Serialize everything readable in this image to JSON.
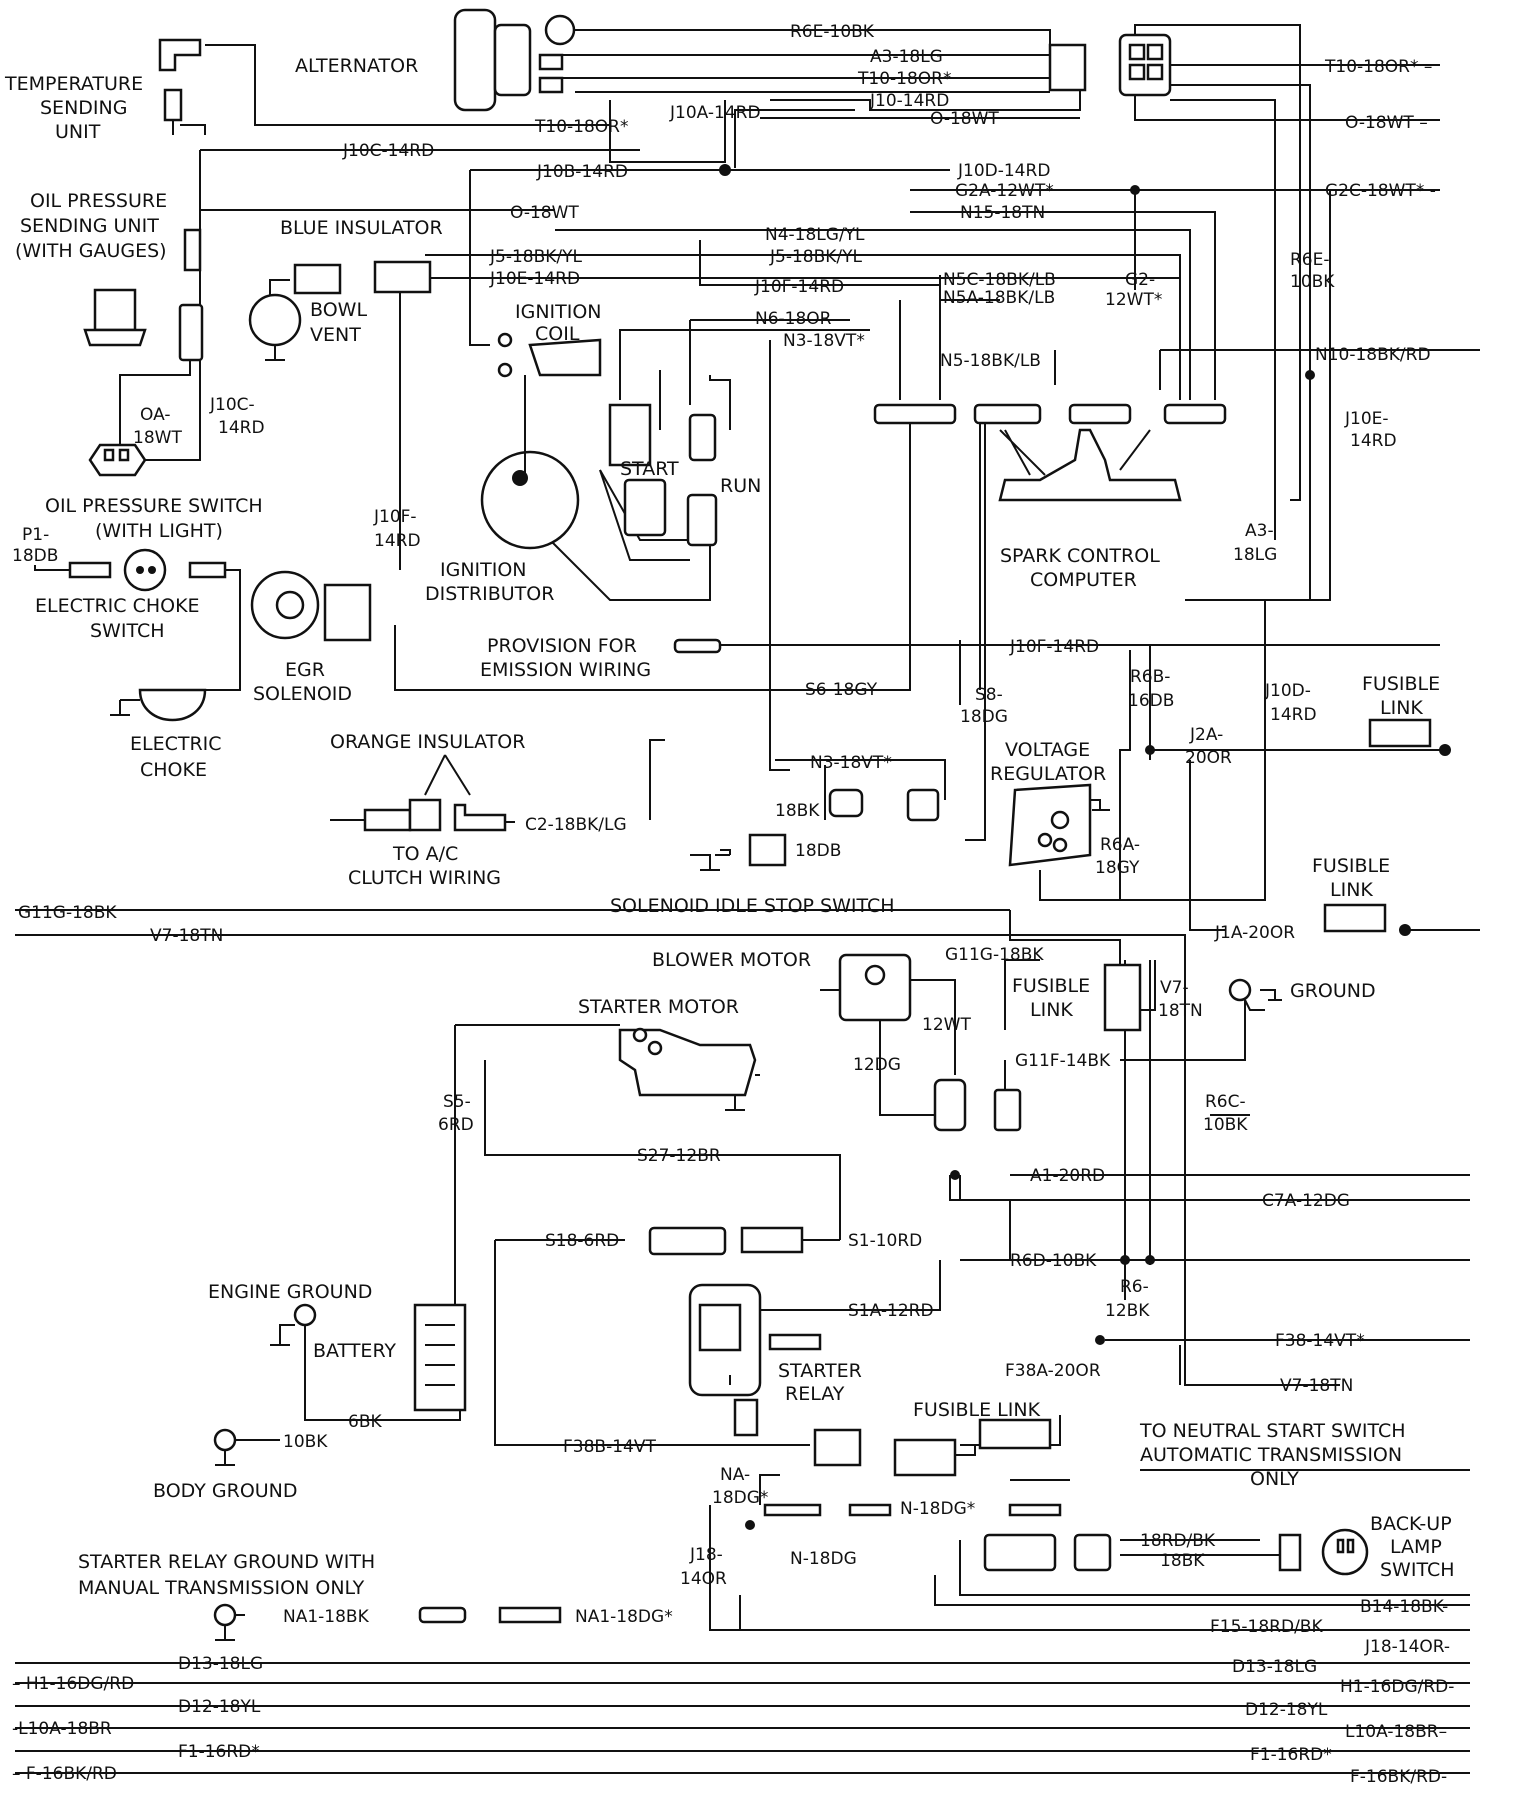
{
  "components": {
    "temperature_sending_unit": [
      "TEMPERATURE",
      "SENDING",
      "UNIT"
    ],
    "alternator": "ALTERNATOR",
    "oil_pressure_sending_unit": [
      "OIL PRESSURE",
      "SENDING UNIT",
      "(WITH GAUGES)"
    ],
    "blue_insulator": "BLUE INSULATOR",
    "bowl_vent": [
      "BOWL",
      "VENT"
    ],
    "ignition_coil": [
      "IGNITION",
      "COIL"
    ],
    "start": "START",
    "run": "RUN",
    "oil_pressure_switch": [
      "OIL PRESSURE SWITCH",
      "(WITH LIGHT)"
    ],
    "electric_choke_switch": [
      "ELECTRIC CHOKE",
      "SWITCH"
    ],
    "ignition_distributor": [
      "IGNITION",
      "DISTRIBUTOR"
    ],
    "egr_solenoid": [
      "EGR",
      "SOLENOID"
    ],
    "spark_control_computer": [
      "SPARK CONTROL",
      "COMPUTER"
    ],
    "provision_emission": [
      "PROVISION FOR",
      "EMISSION WIRING"
    ],
    "electric_choke": [
      "ELECTRIC",
      "CHOKE"
    ],
    "orange_insulator": "ORANGE INSULATOR",
    "ac_clutch": [
      "TO A/C",
      "CLUTCH WIRING"
    ],
    "voltage_regulator": [
      "VOLTAGE",
      "REGULATOR"
    ],
    "solenoid_idle_stop": "SOLENOID IDLE STOP SWITCH",
    "blower_motor": "BLOWER MOTOR",
    "starter_motor": "STARTER MOTOR",
    "ground": "GROUND",
    "engine_ground": "ENGINE GROUND",
    "battery": "BATTERY",
    "starter_relay": [
      "STARTER",
      "RELAY"
    ],
    "body_ground": "BODY GROUND",
    "fusible_link": [
      "FUSIBLE",
      "LINK"
    ],
    "fusible_link_inline": "FUSIBLE LINK",
    "neutral_start": [
      "TO NEUTRAL START SWITCH",
      "AUTOMATIC TRANSMISSION",
      "ONLY"
    ],
    "backup_lamp": [
      "BACK-UP",
      "LAMP",
      "SWITCH"
    ],
    "starter_relay_ground": [
      "STARTER RELAY GROUND WITH",
      "MANUAL TRANSMISSION ONLY"
    ]
  },
  "wires": {
    "r6e_10bk": "R6E-10BK",
    "a3_18lg": "A3-18LG",
    "t10_18or_a": "T10-18OR*",
    "j10_14rd": "J10-14RD",
    "t10_18or_b": "T10-18OR*",
    "j10a_14rd": "J10A-14RD",
    "o_18wt_a": "O-18WT",
    "t10_18or_c": "T10-18OR* –",
    "o_18wt_b": "O-18WT –",
    "j10c_14rd": "J10C-14RD",
    "j10b_14rd": "J10B-14RD",
    "j10d_14rd": "J10D-14RD",
    "g2a_12wt": "G2A-12WT*",
    "g2c_18wt": "G2C-18WT* -",
    "n15_18tn": "N15-18TN",
    "o_18wt_c": "O-18WT",
    "n4_18lg_yl": "N4-18LG/YL",
    "j5_18bk_yl_a": "J5-18BK/YL",
    "j5_18bk_yl_b": "J5-18BK/YL",
    "r6e_10bk_v": [
      "R6E-",
      "10BK"
    ],
    "j10e_14rd": "J10E-14RD",
    "j10f_14rd_a": "J10F-14RD",
    "n5c_18bk_lb": "N5C-18BK/LB",
    "n5a_18bk_lb": "N5A-18BK/LB",
    "g2_12wt": [
      "G2-",
      "12WT*"
    ],
    "n6_18or": "N6-18OR",
    "n3_18vt_a": "N3-18VT*",
    "n5_18bk_lb": "N5-18BK/LB",
    "n10_18bk_rd": "N10-18BK/RD",
    "oa_18wt": [
      "OA-",
      "18WT"
    ],
    "j10c_14rd_v": [
      "J10C-",
      "14RD"
    ],
    "j10e_14rd_v": [
      "J10E-",
      "14RD"
    ],
    "p1_18db": [
      "P1-",
      "18DB"
    ],
    "j10f_14rd_v": [
      "J10F-",
      "14RD"
    ],
    "a3_18lg_v": [
      "A3-",
      "18LG"
    ],
    "j10f_14rd_b": "J10F-14RD",
    "r6b_16db": [
      "R6B-",
      "16DB"
    ],
    "j10d_14rd_v": [
      "J10D-",
      "14RD"
    ],
    "s6_18gy": "S6-18GY",
    "s8_18dg": [
      "S8-",
      "18DG"
    ],
    "j2a_20or": [
      "J2A-",
      "20OR"
    ],
    "n3_18vt_b": "N3-18VT*",
    "c2_18bk_lg": "C2-18BK/LG",
    "w_18bk": "18BK",
    "w_18db": "18DB",
    "r6a_18gy": [
      "R6A-",
      "18GY"
    ],
    "g11g_18bk_a": "G11G-18BK",
    "v7_18tn_a": "V7-18TN",
    "j1a_20or": "J1A-20OR",
    "g11g_18bk_b": "G11G-18BK",
    "v7_18tn_v": [
      "V7-",
      "18TN"
    ],
    "w_12wt": "12WT",
    "w_12dg": "12DG",
    "g11f_14bk": "G11F-14BK",
    "r6c_10bk": [
      "R6C-",
      "10BK"
    ],
    "s5_6rd": [
      "S5-",
      "6RD"
    ],
    "s27_12br": "S27-12BR",
    "a1_20rd": "A1-20RD",
    "c7a_12dg": "C7A-12DG",
    "s18_6rd": "S18-6RD",
    "s1_10rd": "S1-10RD",
    "r6d_10bk": "R6D-10BK",
    "r6_12bk": [
      "R6-",
      "12BK"
    ],
    "s1a_12rd": "S1A-12RD",
    "f38_14vt": "F38-14VT*",
    "f38a_20or": "F38A-20OR",
    "v7_18tn_b": "V7-18TN",
    "w_6bk": "6BK",
    "w_10bk": "10BK",
    "f38b_14vt": "F38B-14VT",
    "na_18dg": [
      "NA-",
      "18DG*"
    ],
    "n_18dg_a": "N-18DG*",
    "rd_bk": "18RD/BK",
    "bk": "18BK",
    "j18_14or_v": [
      "J18-",
      "14OR"
    ],
    "n_18dg_b": "N-18DG",
    "na1_18bk": "NA1-18BK",
    "na1_18dg": "NA1-18DG*",
    "b14_18bk": "B14-18BK-",
    "f15_18rd_bk": "F15-18RD/BK",
    "j18_14or": "J18-14OR-",
    "d13_18lg_l": "D13-18LG",
    "d13_18lg_r": "D13-18LG",
    "h1_16dg_rd_l": "– H1-16DG/RD",
    "h1_16dg_rd_r": "H1-16DG/RD-",
    "d12_18yl_l": "D12-18YL",
    "d12_18yl_r": "D12-18YL",
    "l10a_18br_l": "-L10A-18BR",
    "l10a_18br_r": "L10A-18BR–",
    "f1_16rd_l": "F1-16RD*",
    "f1_16rd_r": "F1-16RD*",
    "f_16bk_rd_l": "– F-16BK/RD",
    "f_16bk_rd_r": "F-16BK/RD-"
  }
}
